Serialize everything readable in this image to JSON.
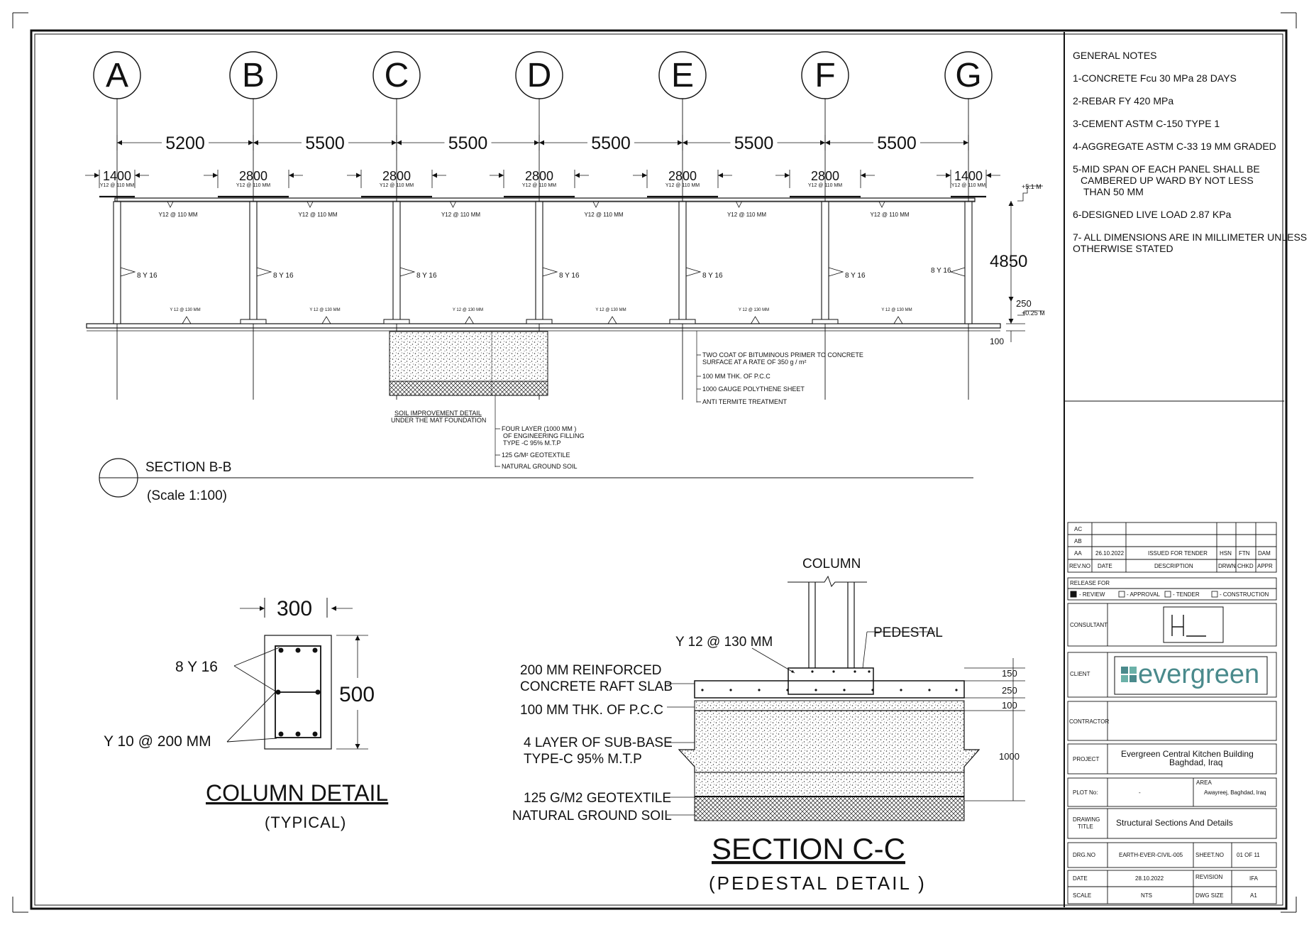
{
  "grid": {
    "labels": [
      "A",
      "B",
      "C",
      "D",
      "E",
      "F",
      "G"
    ],
    "spans": [
      "5200",
      "5500",
      "5500",
      "5500",
      "5500",
      "5500"
    ],
    "pedestal_widths": [
      "1400",
      "2800",
      "2800",
      "2800",
      "2800",
      "2800",
      "1400"
    ]
  },
  "section_bb": {
    "title": "SECTION B-B",
    "scale": "(Scale 1:100)",
    "top_bar_label": "Y12 @ 110 MM",
    "bottom_bar_label": "Y 12 @ 130 MM",
    "column_bars": "8 Y 16",
    "height_dim": "4850",
    "slab_dim": "250",
    "pcc_dim": "100",
    "level_top": "+5.1 M",
    "level_bottom": "+0.25 M",
    "soil_title": "SOIL IMPROVEMENT DETAIL",
    "soil_subtitle": "UNDER THE MAT FOUNDATION",
    "callouts_right": [
      "TWO COAT OF BITUMINOUS PRIMER TO CONCRETE",
      "SURFACE AT A RATE OF 350 g / m²",
      "100 MM THK. OF P.C.C",
      "1000 GAUGE POLYTHENE SHEET",
      "ANTI TERMITE TREATMENT"
    ],
    "callouts_soil": [
      "FOUR LAYER (1000 MM )",
      "OF ENGINEERING FILLING",
      "TYPE -C 95% M.T.P",
      "125 G/M² GEOTEXTILE",
      "NATURAL GROUND SOIL"
    ]
  },
  "column_detail": {
    "title": "COLUMN DETAIL",
    "subtitle": "(TYPICAL)",
    "width": "300",
    "depth": "500",
    "main_bars": "8 Y 16",
    "ties": "Y 10  @ 200 MM"
  },
  "section_cc": {
    "title": "SECTION C-C",
    "subtitle": "(PEDESTAL DETAIL )",
    "column_label": "COLUMN",
    "pedestal_label": "PEDESTAL",
    "bars": "Y 12  @ 130 MM",
    "layers": [
      "200 MM REINFORCED",
      "CONCRETE RAFT SLAB",
      "100 MM THK. OF P.C.C",
      "4 LAYER OF SUB-BASE",
      "TYPE-C 95% M.T.P",
      "125 G/M2 GEOTEXTILE",
      "NATURAL GROUND SOIL"
    ],
    "dims": [
      "150",
      "250",
      "100",
      "1000"
    ]
  },
  "notes": {
    "heading": "GENERAL NOTES",
    "items": [
      "1-CONCRETE Fcu 30 MPa 28 DAYS",
      "2-REBAR FY 420 MPa",
      "3-CEMENT ASTM C-150 TYPE 1",
      "4-AGGREGATE ASTM C-33 19 MM GRADED",
      "5-MID SPAN OF EACH PANEL SHALL BE",
      "CAMBERED UP WARD BY NOT LESS",
      "THAN 50 MM",
      "6-DESIGNED LIVE LOAD 2.87 KPa",
      "7- ALL DIMENSIONS ARE IN MILLIMETER UNLESS",
      "OTHERWISE STATED"
    ]
  },
  "revisions": {
    "rows": [
      [
        "AC",
        "",
        "",
        "",
        "",
        ""
      ],
      [
        "AB",
        "",
        "",
        "",
        "",
        ""
      ],
      [
        "AA",
        "26.10.2022",
        "ISSUED FOR TENDER",
        "HSN",
        "FTN",
        "DAM"
      ]
    ],
    "headers": [
      "REV.NO",
      "DATE",
      "DESCRIPTION",
      "DRWN",
      "CHKD",
      "APPR"
    ]
  },
  "release": {
    "label": "RELEASE FOR",
    "options": [
      "- REVIEW",
      "- APPROVAL",
      "- TENDER",
      "- CONSTRUCTION"
    ]
  },
  "title_block": {
    "consultant_label": "CONSULTANT",
    "client_label": "CLIENT",
    "client_logo": "evergreen",
    "contractor_label": "CONTRACTOR",
    "project_label": "PROJECT",
    "project_line1": "Evergreen Central Kitchen Building",
    "project_line2": "Baghdad, Iraq",
    "plot_label": "PLOT No:",
    "plot_value": "-",
    "area_label": "AREA",
    "area_value": "Awayreej, Baghdad, Iraq",
    "drawing_title_label1": "DRAWING",
    "drawing_title_label2": "TITLE",
    "drawing_title": "Structural Sections And Details",
    "drg_no_label": "DRG.NO",
    "drg_no": "EARTH-EVER-CIVIL-005",
    "sheet_no_label": "SHEET.NO",
    "sheet_no": "01  OF 11",
    "date_label": "DATE",
    "date": "28.10.2022",
    "revision_label": "REVISION",
    "revision": "IFA",
    "scale_label": "SCALE",
    "scale": "NTS",
    "size_label": "DWG SIZE",
    "size": "A1"
  }
}
